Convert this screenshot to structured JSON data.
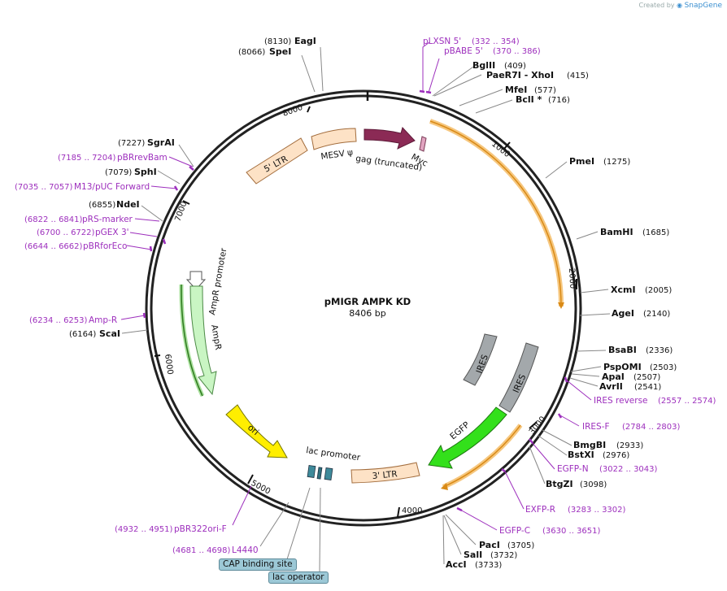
{
  "credit": {
    "prefix": "Created by",
    "brand": "SnapGene"
  },
  "map": {
    "name": "pMIGR AMPK KD",
    "length_label": "8406 bp"
  },
  "ticks": [
    "1000",
    "2000",
    "3000",
    "4000",
    "5000",
    "6000",
    "7000",
    "8000"
  ],
  "features": {
    "ltr5": "5' LTR",
    "mesv": "MESV ψ",
    "gag": "gag (truncated)",
    "myc": "Myc",
    "ires_small": "IRES",
    "ires_large": "IRES",
    "egfp": "EGFP",
    "ltr3": "3' LTR",
    "lac_promoter": "lac promoter",
    "ori": "ori",
    "ampr_promoter": "AmpR promoter",
    "ampr": "AmpR"
  },
  "enzymes": [
    {
      "name": "EagI",
      "pos": "(8130)"
    },
    {
      "name": "SpeI",
      "pos": "(8066)"
    },
    {
      "name": "BglII",
      "pos": "(409)"
    },
    {
      "name": "PaeR7I - XhoI",
      "pos": "(415)"
    },
    {
      "name": "MfeI",
      "pos": "(577)"
    },
    {
      "name": "BclI *",
      "pos": "(716)"
    },
    {
      "name": "PmeI",
      "pos": "(1275)"
    },
    {
      "name": "BamHI",
      "pos": "(1685)"
    },
    {
      "name": "XcmI",
      "pos": "(2005)"
    },
    {
      "name": "AgeI",
      "pos": "(2140)"
    },
    {
      "name": "BsaBI",
      "pos": "(2336)"
    },
    {
      "name": "PspOMI",
      "pos": "(2503)"
    },
    {
      "name": "ApaI",
      "pos": "(2507)"
    },
    {
      "name": "AvrII",
      "pos": "(2541)"
    },
    {
      "name": "BmgBI",
      "pos": "(2933)"
    },
    {
      "name": "BstXI",
      "pos": "(2976)"
    },
    {
      "name": "BtgZI",
      "pos": "(3098)"
    },
    {
      "name": "PacI",
      "pos": "(3705)"
    },
    {
      "name": "SalI",
      "pos": "(3732)"
    },
    {
      "name": "AccI",
      "pos": "(3733)"
    },
    {
      "name": "ScaI",
      "pos": "(6164)"
    },
    {
      "name": "NdeI",
      "pos": "(6855)"
    },
    {
      "name": "SphI",
      "pos": "(7079)"
    },
    {
      "name": "SgrAI",
      "pos": "(7227)"
    }
  ],
  "primers": [
    {
      "name": "pLXSN 5'",
      "pos": "(332 .. 354)"
    },
    {
      "name": "pBABE 5'",
      "pos": "(370 .. 386)"
    },
    {
      "name": "IRES reverse",
      "pos": "(2557 .. 2574)"
    },
    {
      "name": "IRES-F",
      "pos": "(2784 .. 2803)"
    },
    {
      "name": "EGFP-N",
      "pos": "(3022 .. 3043)"
    },
    {
      "name": "EXFP-R",
      "pos": "(3283 .. 3302)"
    },
    {
      "name": "EGFP-C",
      "pos": "(3630 .. 3651)"
    },
    {
      "name": "pBR322ori-F",
      "pos": "(4932 .. 4951)"
    },
    {
      "name": "L4440",
      "pos": "(4681 .. 4698)"
    },
    {
      "name": "Amp-R",
      "pos": "(6234 .. 6253)"
    },
    {
      "name": "pBRforEco",
      "pos": "(6644 .. 6662)"
    },
    {
      "name": "pGEX 3'",
      "pos": "(6700 .. 6722)"
    },
    {
      "name": "pRS-marker",
      "pos": "(6822 .. 6841)"
    },
    {
      "name": "M13/pUC Forward",
      "pos": "(7035 .. 7057)"
    },
    {
      "name": "pBRrevBam",
      "pos": "(7185 .. 7204)"
    }
  ],
  "boxed": {
    "cap": "CAP binding site",
    "lac_operator": "lac operator"
  },
  "colors": {
    "backbone": "#222222",
    "ltr": "#fde2c6",
    "gag": "#8b2a55",
    "myc": "#e1a4c0",
    "ires": "#a3a8ab",
    "egfp": "#33e01b",
    "ori": "#ffee00",
    "ampr": "#c9f5c3",
    "primer": "#9d2fbd",
    "orf_arc": "#f0a13a"
  }
}
